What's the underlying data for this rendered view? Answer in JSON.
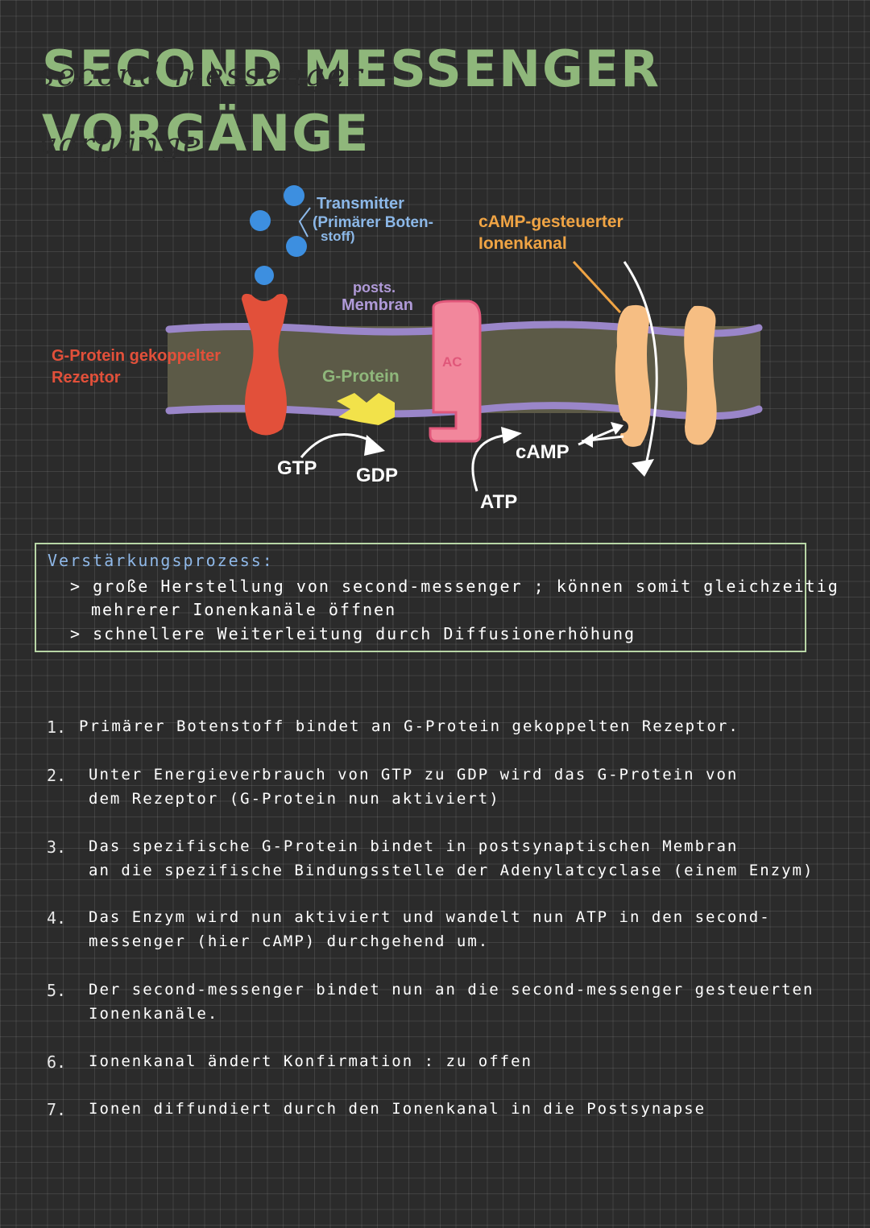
{
  "title": {
    "line1": "SECOND MESSENGER",
    "line2": "VORGÄNGE",
    "script1": "second messenger",
    "script2": "vorgänge"
  },
  "diagram": {
    "transmitter_label": "Transmitter",
    "transmitter_sub1": "(Primärer Boten-",
    "transmitter_sub2": "stoff)",
    "membrane_label1": "posts.",
    "membrane_label2": "Membran",
    "camp_channel_label1": "cAMP-gesteuerter",
    "camp_channel_label2": "Ionenkanal",
    "receptor_label1": "G-Protein gekoppelter",
    "receptor_label2": "Rezeptor",
    "gprotein_label": "G-Protein",
    "ac_label": "AC",
    "gtp_label": "GTP",
    "gdp_label": "GDP",
    "camp_label": "cAMP",
    "atp_label": "ATP",
    "colors": {
      "title": "#8fb77b",
      "transmitter": "#3d8fe0",
      "receptor": "#e2503a",
      "membrane_body": "#5c5a47",
      "membrane_line": "#9a86c9",
      "gprotein": "#f2e24a",
      "ac": "#f2879c",
      "channel": "#f6be83",
      "label_blue": "#8cb8e8",
      "label_orange": "#f0a444",
      "label_red": "#e2503a",
      "label_purple": "#b09ad8"
    }
  },
  "box": {
    "title": "Verstärkungsprozess:",
    "bullet1_line1": "> große Herstellung von second-messenger ; können somit gleichzeitig",
    "bullet1_line2": "mehrerer Ionenkanäle öffnen",
    "bullet2": "> schnellere Weiterleitung durch Diffusionerhöhung"
  },
  "steps": [
    {
      "num": "1.",
      "line1": "Primärer Botenstoff bindet an G-Protein gekoppelten Rezeptor.",
      "line2": ""
    },
    {
      "num": "2.",
      "line1": "Unter Energieverbrauch von GTP zu GDP wird das G-Protein von",
      "line2": "dem Rezeptor (G-Protein nun aktiviert)"
    },
    {
      "num": "3.",
      "line1": "Das spezifische G-Protein bindet in postsynaptischen Membran",
      "line2": "an die spezifische Bindungsstelle der Adenylatcyclase (einem Enzym)"
    },
    {
      "num": "4.",
      "line1": "Das Enzym wird nun aktiviert und wandelt nun ATP in den second-",
      "line2": "messenger (hier cAMP) durchgehend um."
    },
    {
      "num": "5.",
      "line1": "Der second-messenger bindet nun an die second-messenger gesteuerten",
      "line2": "Ionenkanäle."
    },
    {
      "num": "6.",
      "line1": "Ionenkanal ändert Konfirmation : zu offen",
      "line2": ""
    },
    {
      "num": "7.",
      "line1": "Ionen diffundiert durch den Ionenkanal in die Postsynapse",
      "line2": ""
    }
  ]
}
